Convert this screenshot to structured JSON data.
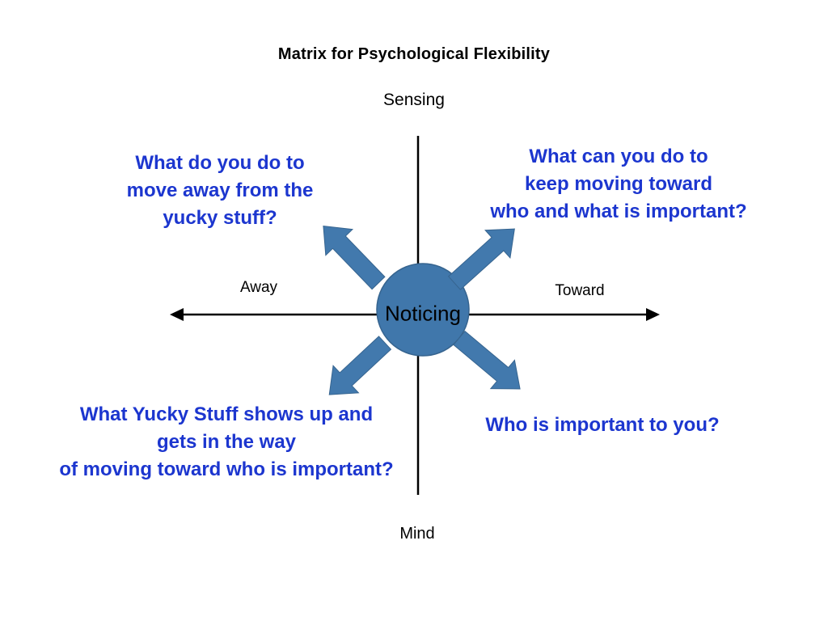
{
  "title": "Matrix for Psychological Flexibility",
  "axes": {
    "top": "Sensing",
    "bottom": "Mind",
    "left": "Away",
    "right": "Toward"
  },
  "center": {
    "label": "Noticing"
  },
  "quadrants": {
    "top_left": "What do you do to\nmove away from the\nyucky stuff?",
    "top_right": "What can you do to\nkeep moving toward\nwho and what is important?",
    "bottom_left": "What Yucky Stuff shows up and\ngets in the way\nof moving toward who is important?",
    "bottom_right": "Who is important to you?"
  },
  "colors": {
    "shape_blue": "#4077ab",
    "shape_blue_edge": "#36648f",
    "text_blue": "#1c36cf",
    "axis_black": "#000000",
    "background": "#ffffff"
  }
}
